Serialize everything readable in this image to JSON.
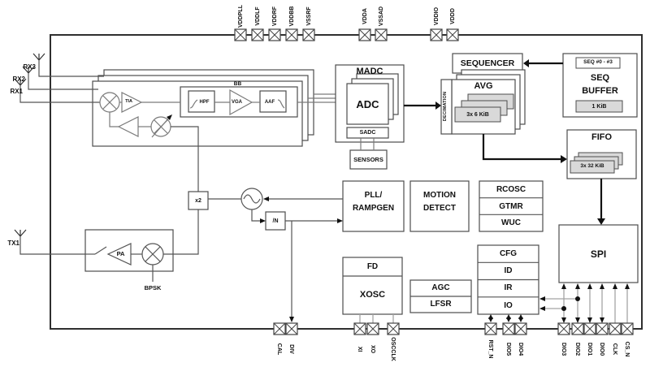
{
  "pins": {
    "top": [
      "VDDPLL",
      "VDDLF",
      "VDDRF",
      "VDDBB",
      "VSSRF",
      "VDDA",
      "VSSAD",
      "VDDIO",
      "VDDD"
    ],
    "bottom": [
      "CAL",
      "DIV",
      "XI",
      "XO",
      "OSCCLK",
      "RST_N",
      "DIO5",
      "DIO4",
      "DIO3",
      "DIO2",
      "DIO1",
      "DIO0",
      "CLK",
      "CS_N"
    ]
  },
  "antennas": {
    "rx3": "RX3",
    "rx2": "RX2",
    "rx1": "RX1",
    "tx1": "TX1"
  },
  "rx_chain": {
    "tia": "TIA",
    "bb": "BB",
    "vga": "VGA",
    "hpf": "HPF",
    "aaf": "AAF"
  },
  "tx_chain": {
    "pa": "PA",
    "bpsk": "BPSK",
    "x2": "x2",
    "div_n": "/N"
  },
  "madc": {
    "title": "MADC",
    "adc": "ADC",
    "sadc": "SADC",
    "sensors": "SENSORS"
  },
  "sequencer": {
    "title": "SEQUENCER"
  },
  "seq_buffer": {
    "line1": "SEQ",
    "line2": "BUFFER",
    "tag": "SEQ #0 - #3",
    "mem": "1 KiB"
  },
  "avg": {
    "title": "AVG",
    "decimation": "DECIMATION",
    "mem": "3x 6 KiB"
  },
  "fifo": {
    "title": "FIFO",
    "mem": "3x 32 KiB"
  },
  "pll": {
    "line1": "PLL/",
    "line2": "RAMPGEN"
  },
  "motion": {
    "line1": "MOTION",
    "line2": "DETECT"
  },
  "timers": {
    "rcosc": "RCOSC",
    "gtmr": "GTMR",
    "wuc": "WUC"
  },
  "regs": {
    "cfg": "CFG",
    "id": "ID",
    "ir": "IR",
    "io": "IO"
  },
  "spi": {
    "title": "SPI"
  },
  "osc": {
    "fd": "FD",
    "xosc": "XOSC"
  },
  "misc": {
    "agc": "AGC",
    "lfsr": "LFSR"
  },
  "colors": {
    "memory_fill": "#d9d9d9",
    "block_border": "#4d4d4d",
    "arrow": "#111111",
    "connector_gray": "#a3a3a3",
    "background": "#ffffff"
  }
}
